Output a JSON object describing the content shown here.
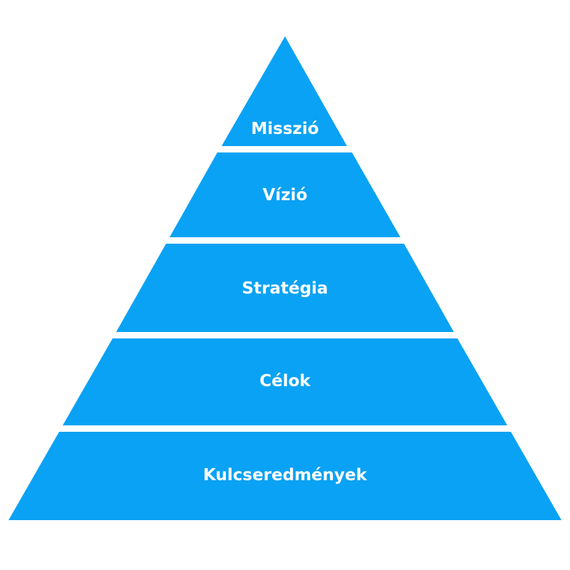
{
  "colors": {
    "tier_fill": "#0aa2f4",
    "label_color": "#ffffff",
    "background": "#ffffff"
  },
  "pyramid": {
    "tiers": [
      {
        "label": "Misszió"
      },
      {
        "label": "Vízió"
      },
      {
        "label": "Stratégia"
      },
      {
        "label": "Célok"
      },
      {
        "label": "Kulcseredmények"
      }
    ]
  }
}
